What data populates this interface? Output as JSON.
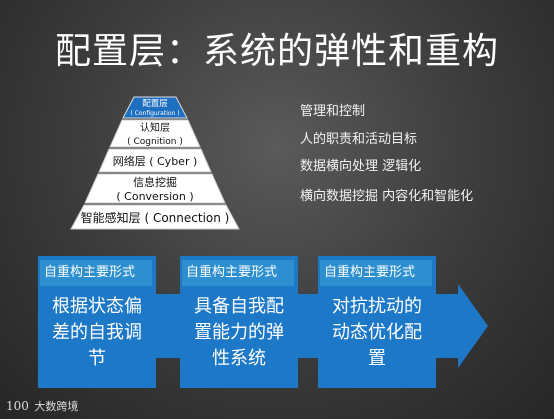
{
  "title": "配置层：系统的弹性和重构",
  "pyramid": {
    "layers": [
      {
        "line1": "配置层",
        "line2": "( Configuration )"
      },
      {
        "line1": "认知层",
        "line2": "( Cognition )"
      },
      {
        "line1": "网络层 ( Cyber )",
        "line2": ""
      },
      {
        "line1": "信息挖掘",
        "line2": "( Conversion )"
      },
      {
        "line1": "智能感知层 ( Connection )",
        "line2": ""
      }
    ],
    "top_color": "#1f6fc1",
    "layer_color": "#ffffff"
  },
  "features": [
    "管理和控制",
    "人的职责和活动目标",
    "数据横向处理  逻辑化",
    "横向数据挖掘  内容化和智能化"
  ],
  "arrows": [
    {
      "header": "自重构主要形式",
      "body": [
        "根据状态偏",
        "差的自我调",
        "节"
      ]
    },
    {
      "header": "自重构主要形式",
      "body": [
        "具备自我配",
        "置能力的弹",
        "性系统"
      ]
    },
    {
      "header": "自重构主要形式",
      "body": [
        "对抗扰动的",
        "动态优化配",
        "置"
      ]
    }
  ],
  "arrow_color": "#1e78c8",
  "logo": {
    "mark": "100",
    "text": "大数跨境"
  }
}
